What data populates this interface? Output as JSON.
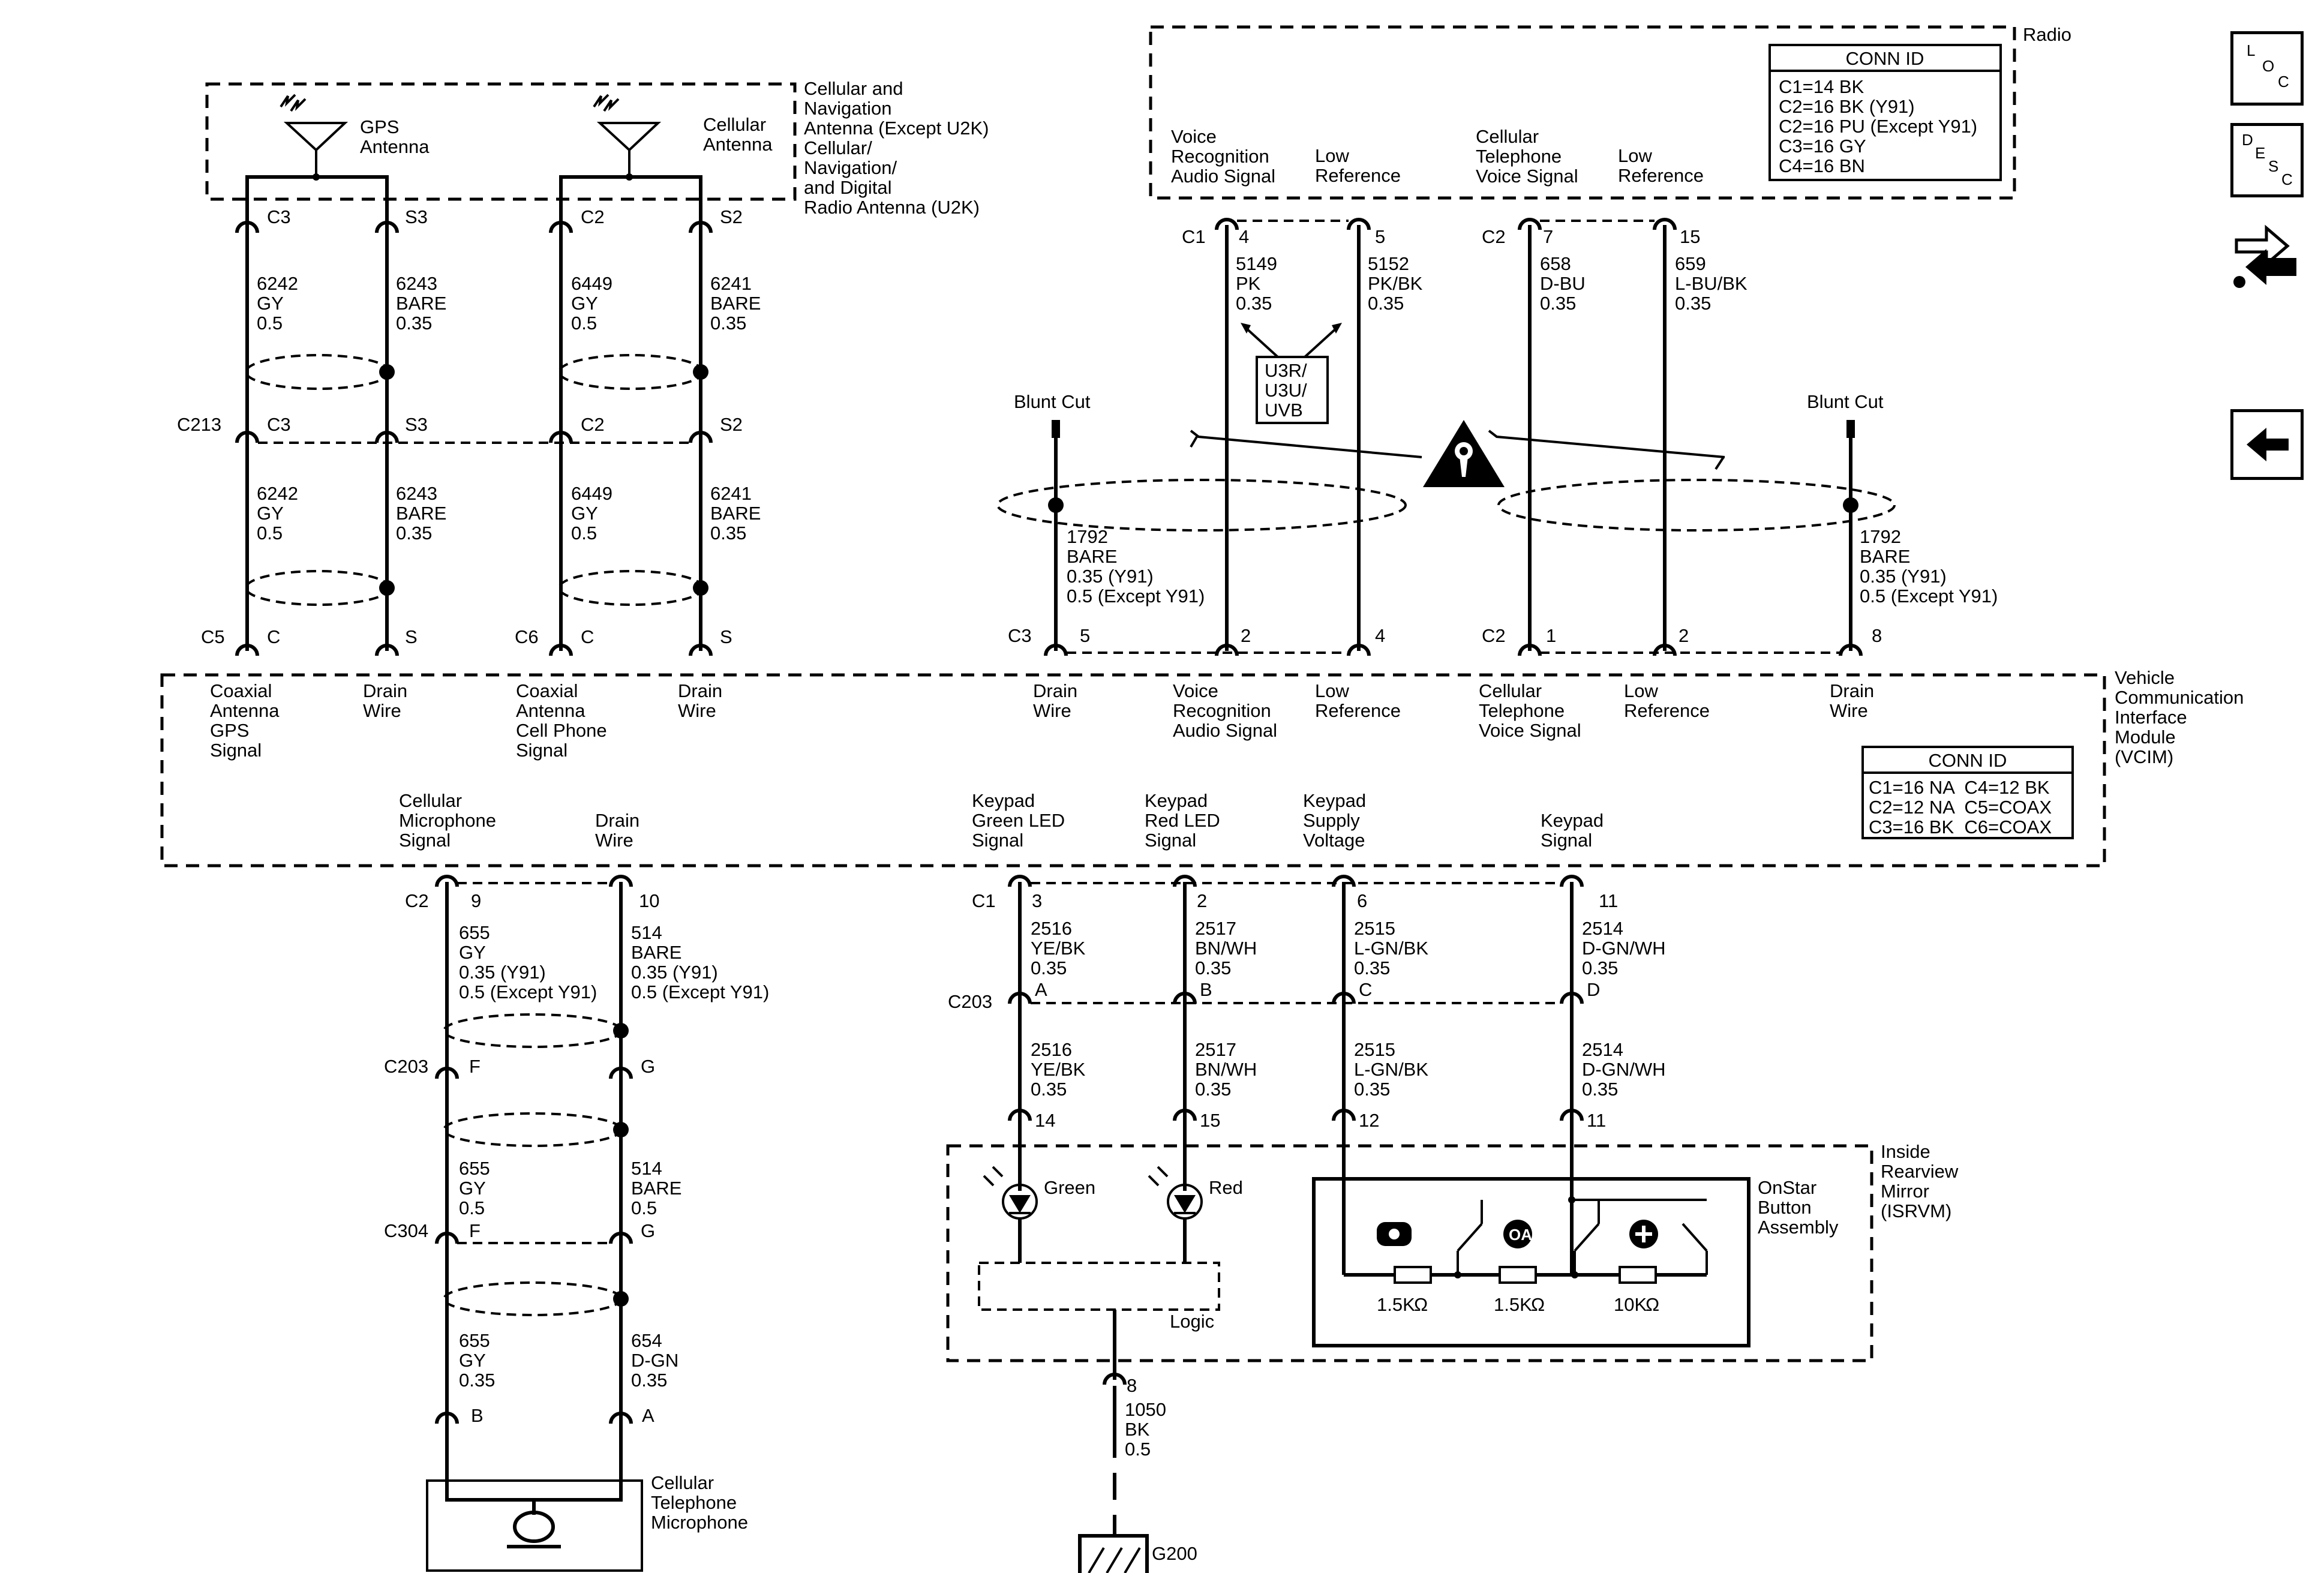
{
  "nav": {
    "loc": [
      "L",
      "O",
      "C"
    ],
    "desc": [
      "D",
      "E",
      "S",
      "C"
    ]
  },
  "top": {
    "antenna_box": [
      "Cellular and",
      "Navigation",
      "Antenna (Except U2K)",
      "Cellular/",
      "Navigation/",
      "and Digital",
      "Radio Antenna (U2K)"
    ],
    "gps_antenna": [
      "GPS",
      "Antenna"
    ],
    "cell_antenna": [
      "Cellular",
      "Antenna"
    ],
    "radio": "Radio",
    "radio_conn": {
      "title": "CONN ID",
      "rows": [
        "C1=14 BK",
        "C2=16 BK (Y91)",
        "C2=16 PU (Except Y91)",
        "C3=16 GY",
        "C4=16 BN"
      ]
    },
    "radio_pins": {
      "vr": [
        "Voice",
        "Recognition",
        "Audio Signal"
      ],
      "lr1": [
        "Low",
        "Reference"
      ],
      "ct": [
        "Cellular",
        "Telephone",
        "Voice Signal"
      ],
      "lr2": [
        "Low",
        "Reference"
      ]
    },
    "option_box": [
      "U3R/",
      "U3U/",
      "UVB"
    ],
    "blunt_cut": "Blunt Cut"
  },
  "labels": {
    "C1": "C1",
    "C2": "C2",
    "C3": "C3",
    "C5": "C5",
    "C6": "C6",
    "C203": "C203",
    "C213": "C213",
    "C304": "C304",
    "S": "S",
    "S2": "S2",
    "S3": "S3",
    "C": "C",
    "A": "A",
    "B": "B",
    "D": "D",
    "F": "F",
    "G": "G",
    "n1": "1",
    "n2": "2",
    "n3": "3",
    "n4": "4",
    "n5": "5",
    "n6": "6",
    "n7": "7",
    "n8": "8",
    "n9": "9",
    "n10": "10",
    "n11": "11",
    "n12": "12",
    "n14": "14",
    "n15": "15"
  },
  "wires": {
    "w6242": [
      "6242",
      "GY",
      "0.5"
    ],
    "w6243": [
      "6243",
      "BARE",
      "0.35"
    ],
    "w6449": [
      "6449",
      "GY",
      "0.5"
    ],
    "w6241": [
      "6241",
      "BARE",
      "0.35"
    ],
    "w5149": [
      "5149",
      "PK",
      "0.35"
    ],
    "w5152": [
      "5152",
      "PK/BK",
      "0.35"
    ],
    "w658": [
      "658",
      "D-BU",
      "0.35"
    ],
    "w659": [
      "659",
      "L-BU/BK",
      "0.35"
    ],
    "w1792": [
      "1792",
      "BARE",
      "0.35 (Y91)",
      "0.5 (Except Y91)"
    ],
    "w655a": [
      "655",
      "GY",
      "0.35 (Y91)",
      "0.5 (Except Y91)"
    ],
    "w514a": [
      "514",
      "BARE",
      "0.35 (Y91)",
      "0.5 (Except Y91)"
    ],
    "w655b": [
      "655",
      "GY",
      "0.5"
    ],
    "w514b": [
      "514",
      "BARE",
      "0.5"
    ],
    "w655c": [
      "655",
      "GY",
      "0.35"
    ],
    "w654": [
      "654",
      "D-GN",
      "0.35"
    ],
    "w2516": [
      "2516",
      "YE/BK",
      "0.35"
    ],
    "w2517": [
      "2517",
      "BN/WH",
      "0.35"
    ],
    "w2515": [
      "2515",
      "L-GN/BK",
      "0.35"
    ],
    "w2514": [
      "2514",
      "D-GN/WH",
      "0.35"
    ],
    "w1050": [
      "1050",
      "BK",
      "0.5"
    ]
  },
  "vcim": {
    "title": [
      "Vehicle",
      "Communication",
      "Interface",
      "Module",
      "(VCIM)"
    ],
    "conn": {
      "title": "CONN ID",
      "rows": [
        "C1=16 NA  C4=12 BK",
        "C2=12 NA  C5=COAX",
        "C3=16 BK  C6=COAX"
      ]
    },
    "pins_top": {
      "gps": [
        "Coaxial",
        "Antenna",
        "GPS",
        "Signal"
      ],
      "drain1": [
        "Drain",
        "Wire"
      ],
      "cell": [
        "Coaxial",
        "Antenna",
        "Cell Phone",
        "Signal"
      ],
      "drain2": [
        "Drain",
        "Wire"
      ],
      "drain3": [
        "Drain",
        "Wire"
      ],
      "vr": [
        "Voice",
        "Recognition",
        "Audio Signal"
      ],
      "lr1": [
        "Low",
        "Reference"
      ],
      "ct": [
        "Cellular",
        "Telephone",
        "Voice Signal"
      ],
      "lr2": [
        "Low",
        "Reference"
      ],
      "drain4": [
        "Drain",
        "Wire"
      ]
    },
    "pins_bottom": {
      "mic": [
        "Cellular",
        "Microphone",
        "Signal"
      ],
      "drain": [
        "Drain",
        "Wire"
      ],
      "green": [
        "Keypad",
        "Green LED",
        "Signal"
      ],
      "red": [
        "Keypad",
        "Red LED",
        "Signal"
      ],
      "supply": [
        "Keypad",
        "Supply",
        "Voltage"
      ],
      "kpsig": [
        "Keypad",
        "Signal"
      ]
    }
  },
  "bottom": {
    "mirror": [
      "Inside",
      "Rearview",
      "Mirror",
      "(ISRVM)"
    ],
    "onstar": [
      "OnStar",
      "Button",
      "Assembly"
    ],
    "green": "Green",
    "red": "Red",
    "logic": "Logic",
    "r1": "1.5K",
    "r2": "1.5K",
    "r3": "10K",
    "mic": [
      "Cellular",
      "Telephone",
      "Microphone"
    ],
    "ground": "G200"
  }
}
